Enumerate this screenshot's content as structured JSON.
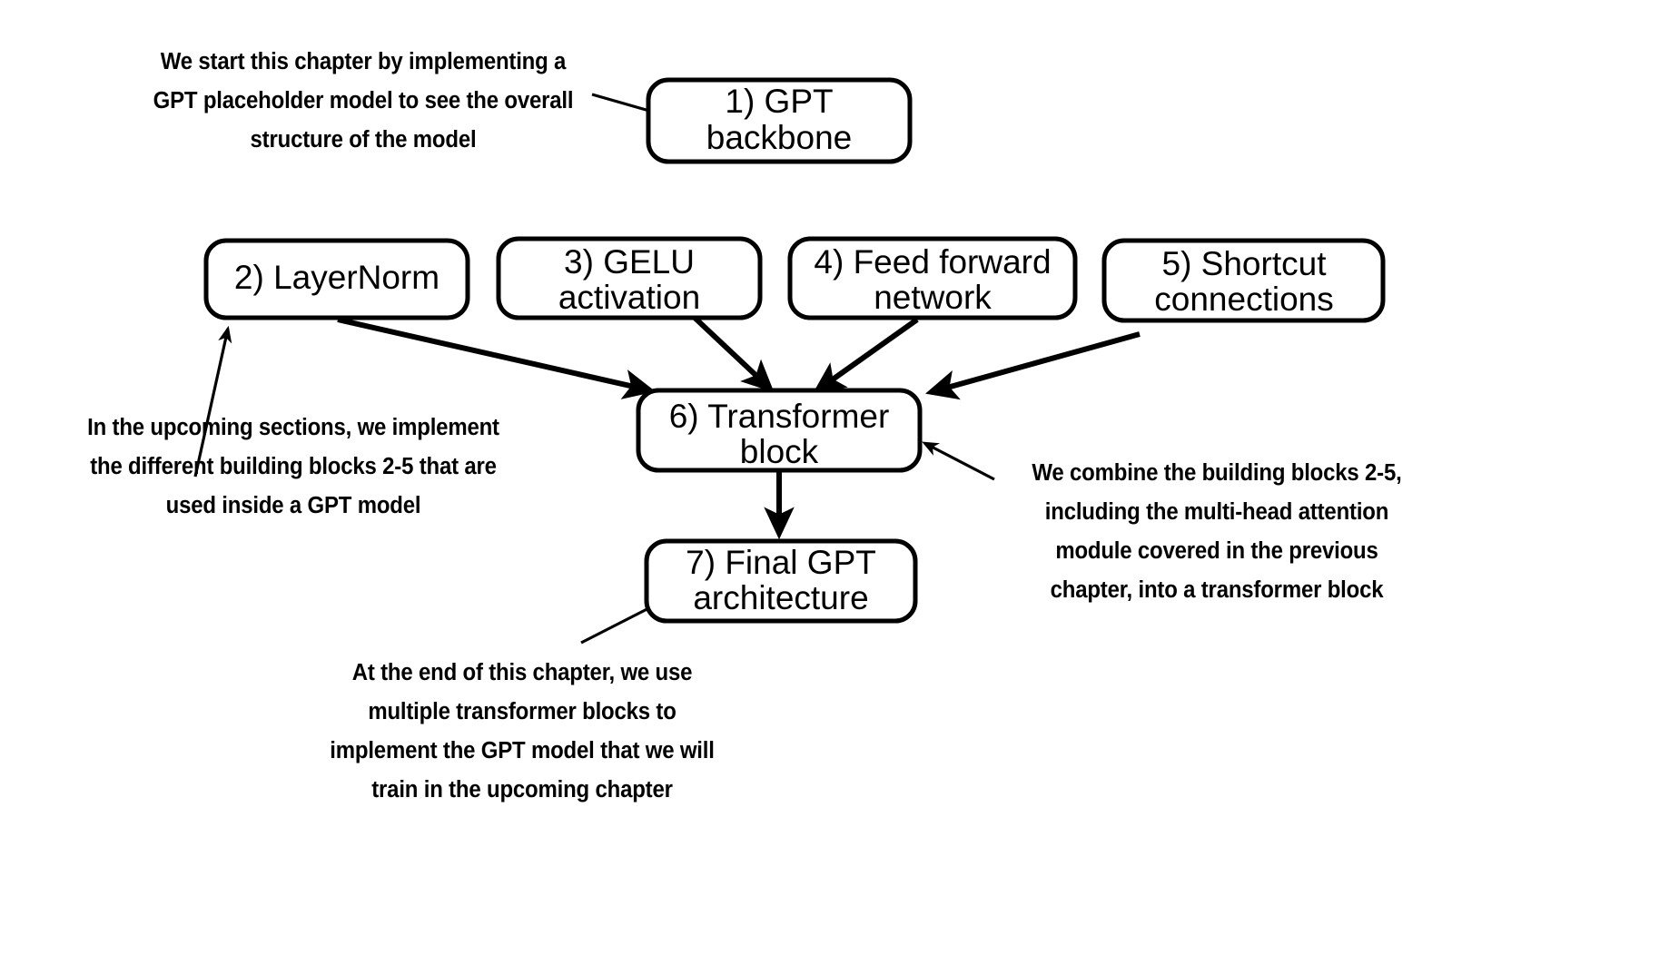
{
  "diagram": {
    "title": "GPT model chapter overview flowchart",
    "background_color": "#ffffff",
    "stroke_color": "#000000",
    "nodes": [
      {
        "id": "gpt-backbone",
        "line1": "1) GPT",
        "line2": "backbone"
      },
      {
        "id": "layernorm",
        "line1": "2) LayerNorm",
        "line2": ""
      },
      {
        "id": "gelu-activation",
        "line1": "3) GELU",
        "line2": "activation"
      },
      {
        "id": "feed-forward",
        "line1": "4) Feed forward",
        "line2": "network"
      },
      {
        "id": "shortcut-connections",
        "line1": "5) Shortcut",
        "line2": "connections"
      },
      {
        "id": "transformer-block",
        "line1": "6) Transformer",
        "line2": "block"
      },
      {
        "id": "final-gpt",
        "line1": "7) Final GPT",
        "line2": "architecture"
      }
    ],
    "annotations": [
      {
        "id": "annotation-top-left",
        "lines": [
          "We start this chapter by implementing a",
          "GPT placeholder model to see the overall",
          "structure of the model"
        ]
      },
      {
        "id": "annotation-left",
        "lines": [
          "In the upcoming sections, we implement",
          "the different building blocks 2-5 that are",
          "used inside a GPT model"
        ]
      },
      {
        "id": "annotation-right",
        "lines": [
          "We combine the building blocks 2-5,",
          "including the multi-head attention",
          "module covered in the previous",
          "chapter, into a transformer block"
        ]
      },
      {
        "id": "annotation-bottom",
        "lines": [
          "At the end of this chapter, we use",
          "multiple transformer blocks to",
          "implement the GPT model that we will",
          "train in the upcoming chapter"
        ]
      }
    ]
  }
}
